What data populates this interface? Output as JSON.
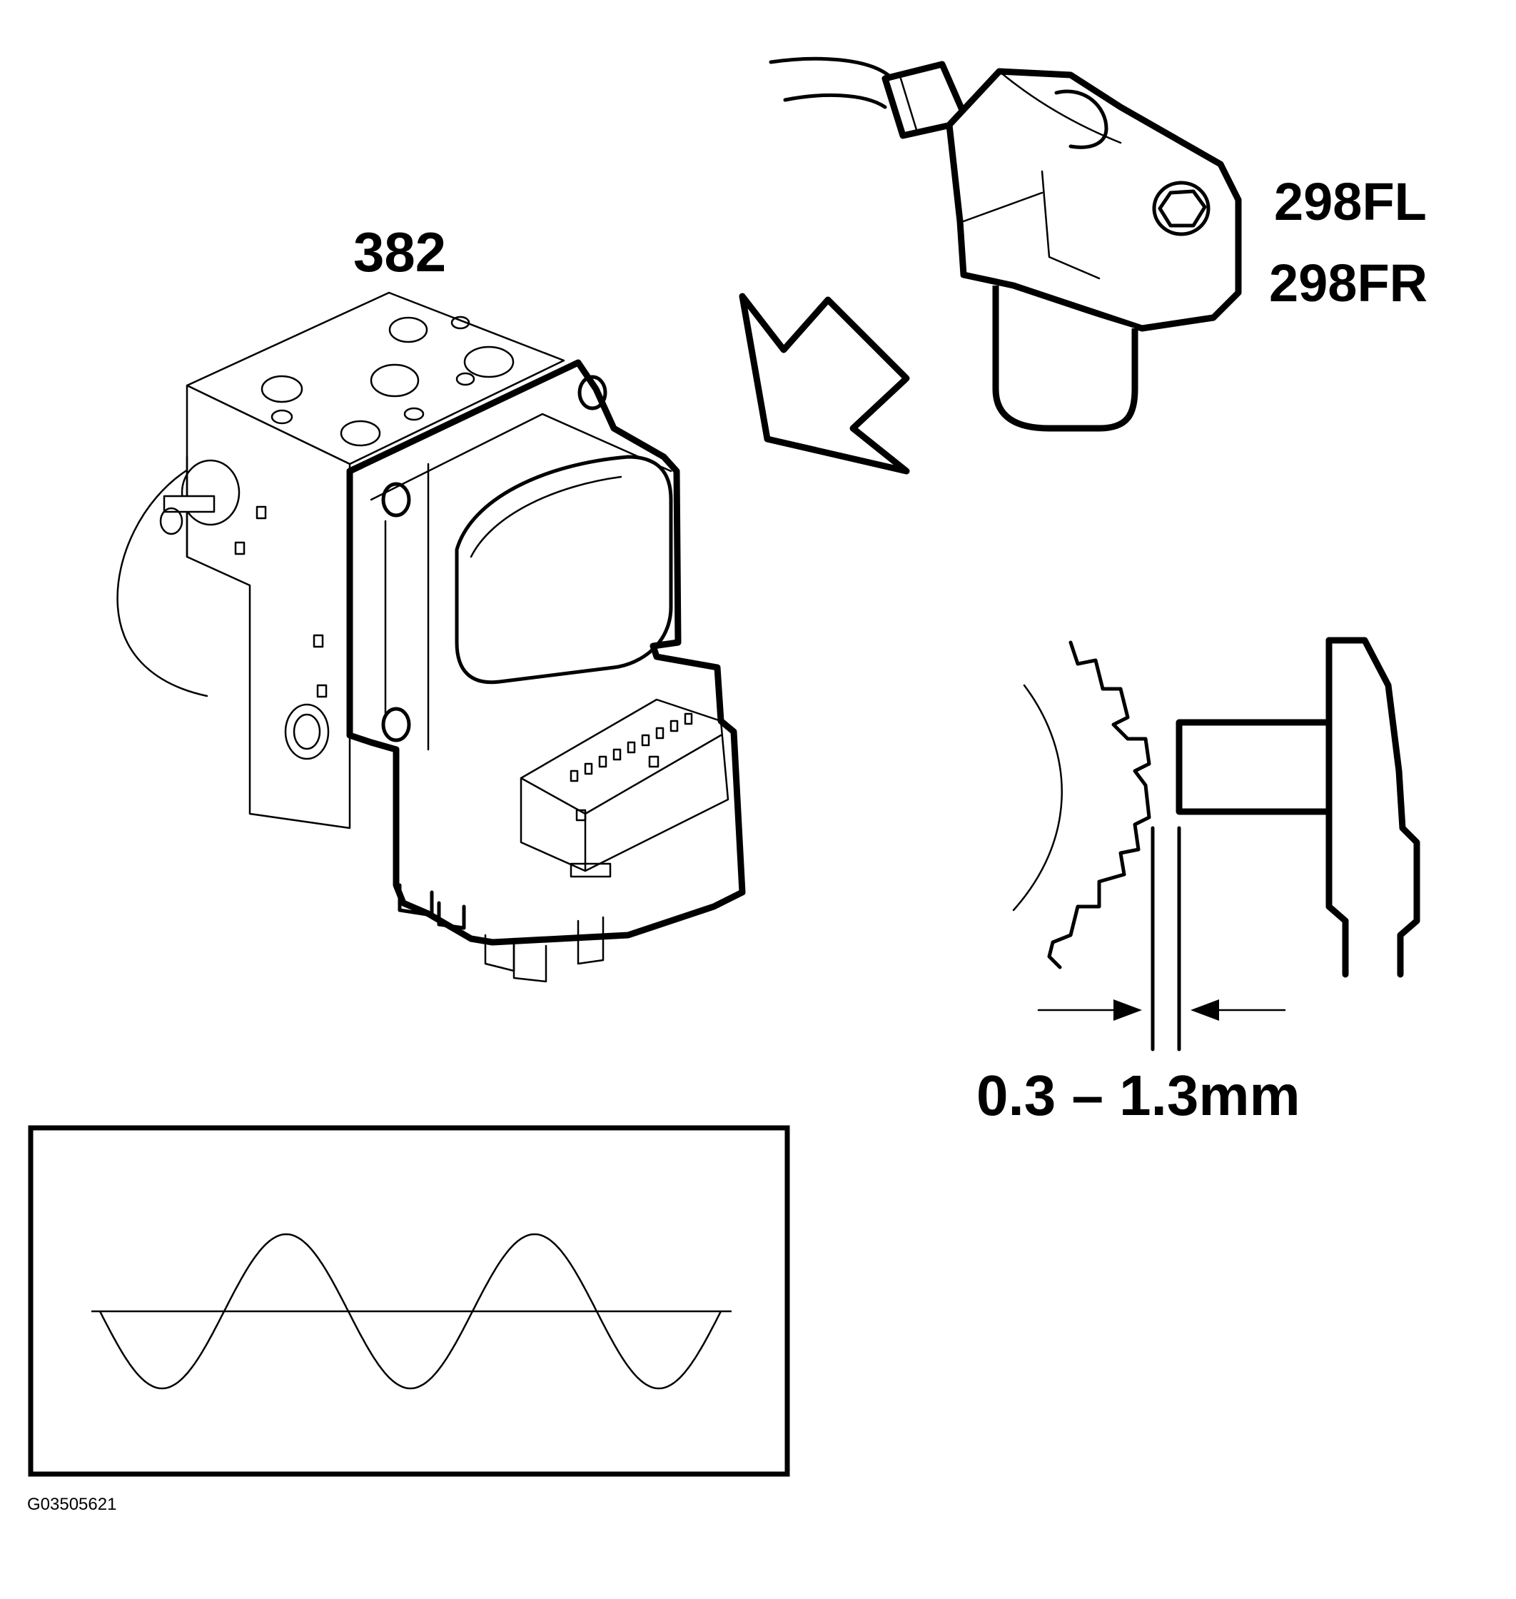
{
  "labels": {
    "module": "382",
    "sensor_left": "298FL",
    "sensor_right": "298FR",
    "gap": "0.3 – 1.3mm",
    "figure_id": "G03505621"
  },
  "waveform": {
    "cycles": 2.5
  }
}
